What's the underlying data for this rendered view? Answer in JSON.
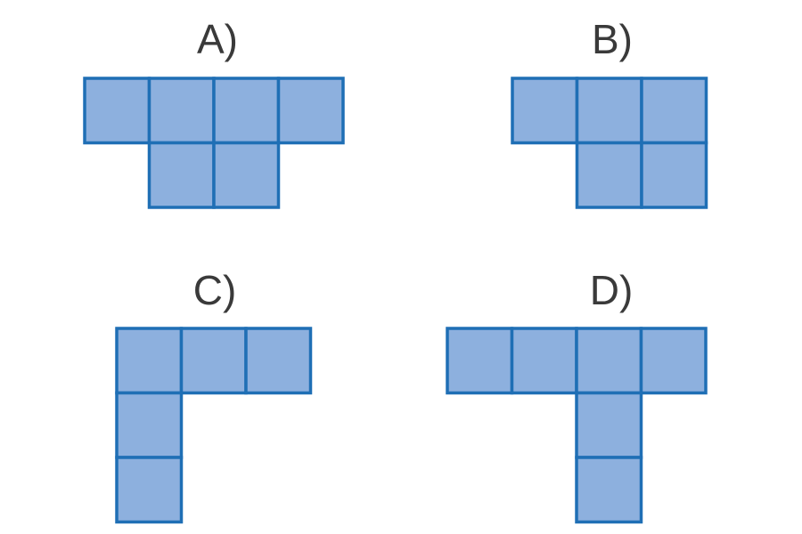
{
  "colors": {
    "square_fill": "#8db0de",
    "square_stroke": "#1f6fb5",
    "label_text": "#3a3a3a",
    "background": "#ffffff"
  },
  "options": [
    {
      "label": "A)",
      "cells": [
        [
          0,
          0
        ],
        [
          1,
          0
        ],
        [
          2,
          0
        ],
        [
          3,
          0
        ],
        [
          1,
          1
        ],
        [
          2,
          1
        ]
      ]
    },
    {
      "label": "B)",
      "cells": [
        [
          0,
          0
        ],
        [
          1,
          0
        ],
        [
          2,
          0
        ],
        [
          1,
          1
        ],
        [
          2,
          1
        ]
      ]
    },
    {
      "label": "C)",
      "cells": [
        [
          0,
          0
        ],
        [
          1,
          0
        ],
        [
          2,
          0
        ],
        [
          0,
          1
        ],
        [
          0,
          2
        ]
      ]
    },
    {
      "label": "D)",
      "cells": [
        [
          0,
          0
        ],
        [
          1,
          0
        ],
        [
          2,
          0
        ],
        [
          3,
          0
        ],
        [
          2,
          1
        ],
        [
          2,
          2
        ]
      ]
    }
  ]
}
